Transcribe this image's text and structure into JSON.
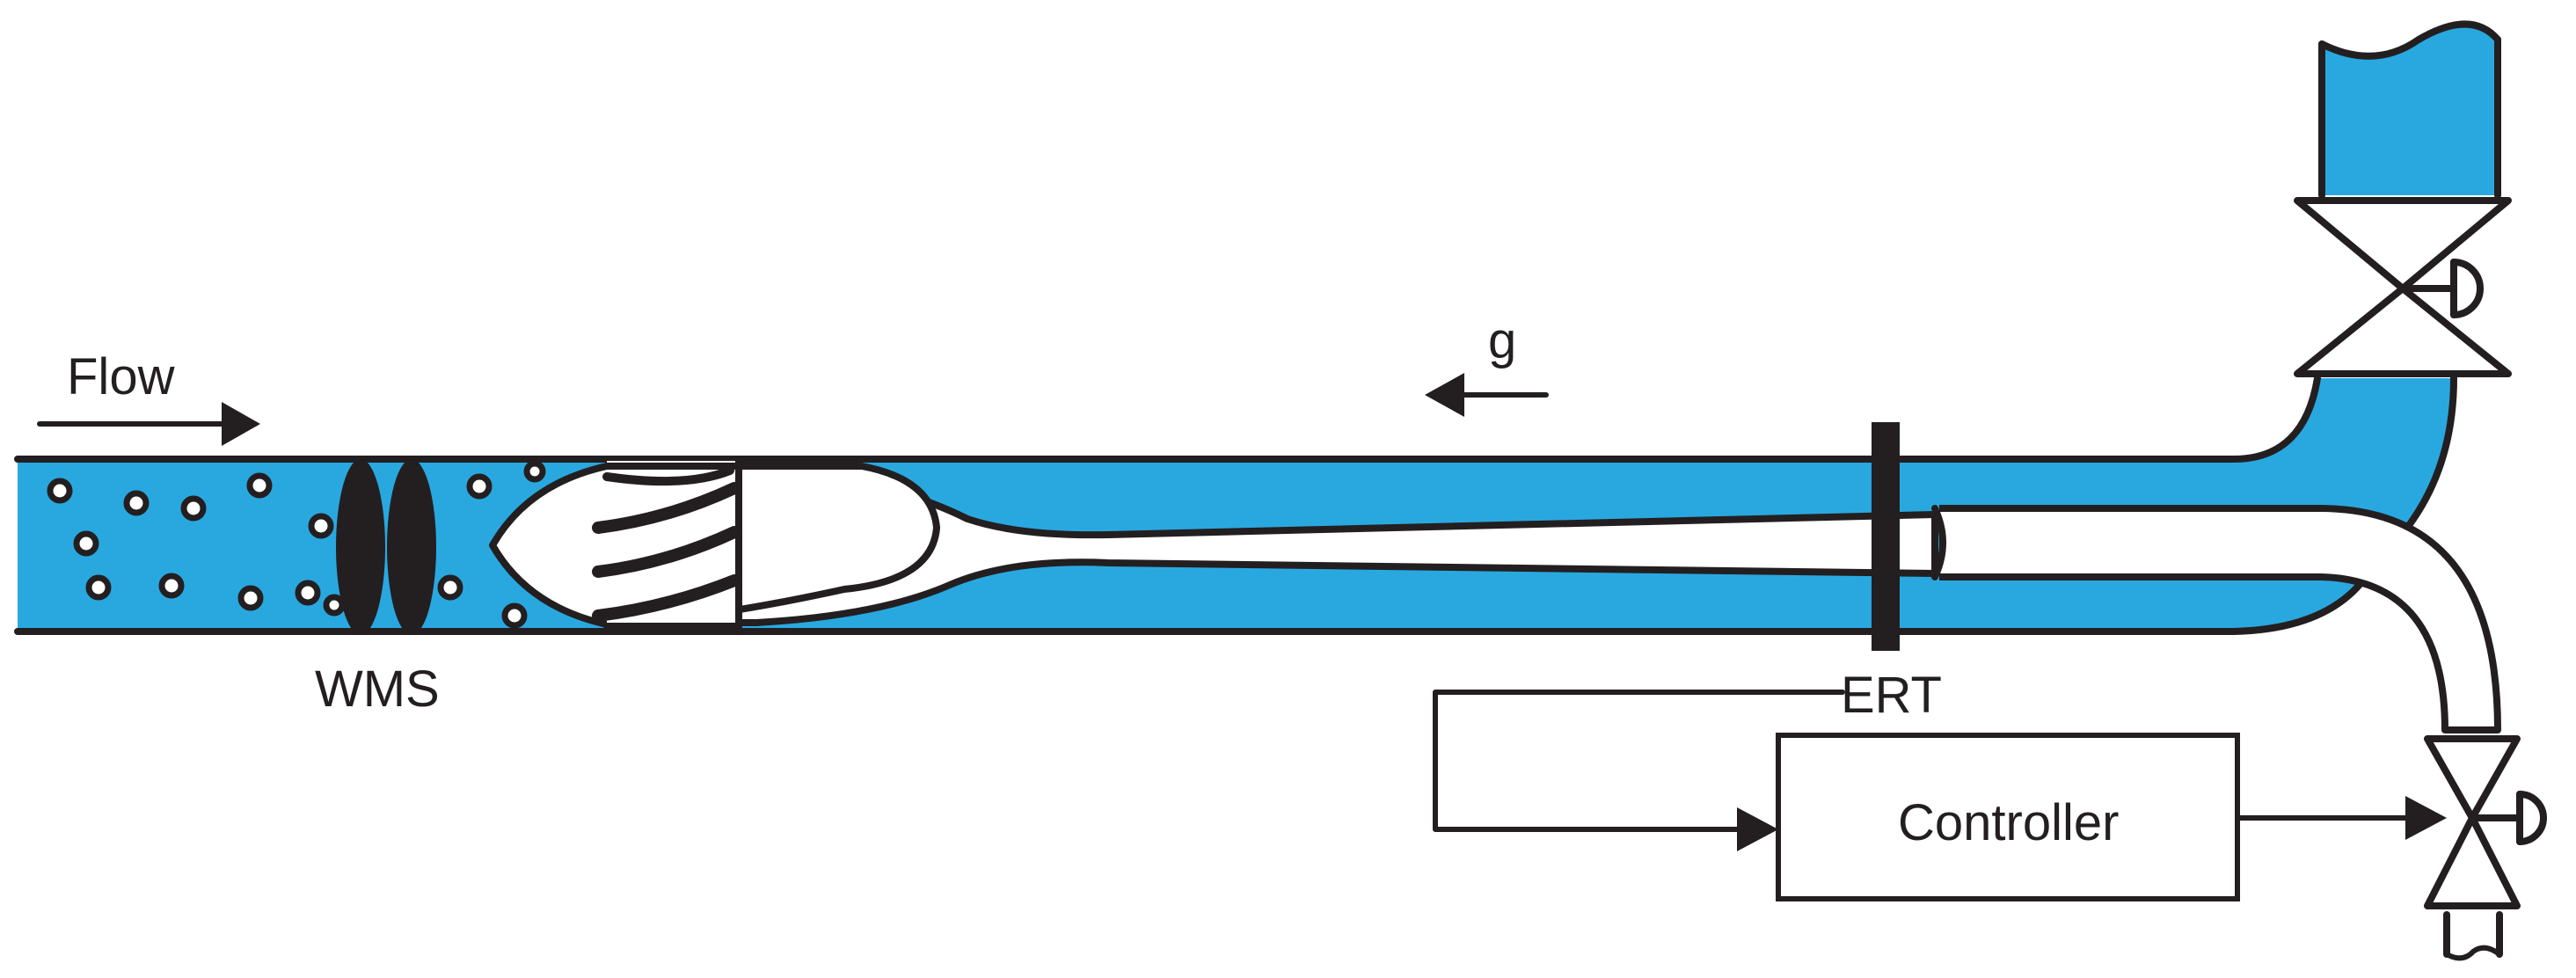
{
  "labels": {
    "flow": "Flow",
    "gravity": "g",
    "wms": "WMS",
    "ert": "ERT",
    "controller": "Controller"
  },
  "colors": {
    "liquid": "#29a8e0",
    "line": "#231f20",
    "background": "#ffffff"
  },
  "icons": {
    "flow_arrow": "arrow-right-icon",
    "gravity_arrow": "arrow-left-icon",
    "valve": "valve-icon"
  }
}
